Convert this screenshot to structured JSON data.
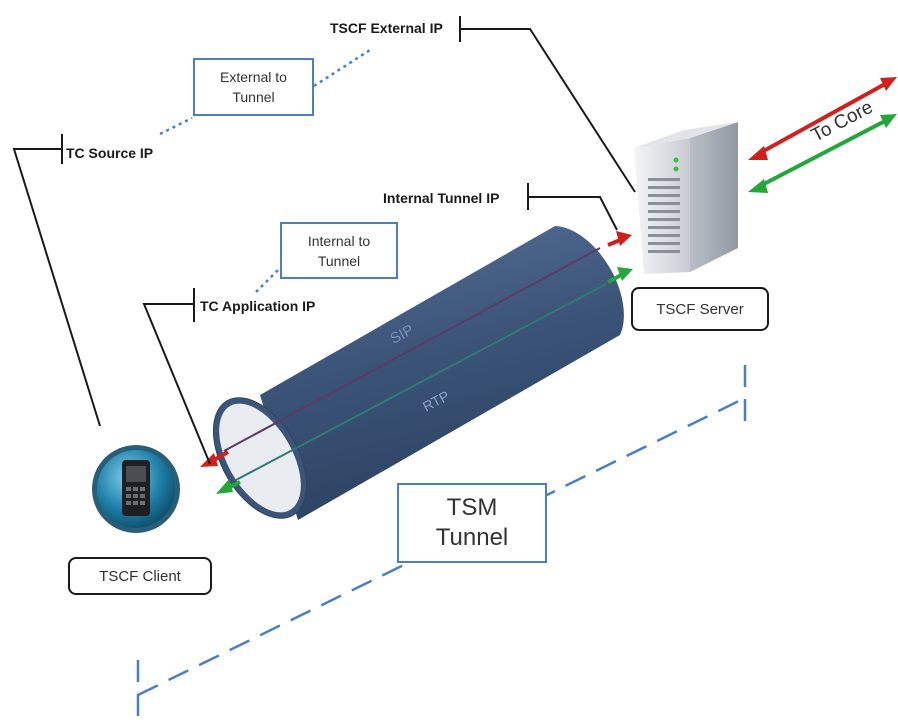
{
  "labels": {
    "tscf_external_ip": "TSCF External IP",
    "tc_source_ip": "TC Source IP",
    "internal_tunnel_ip": "Internal Tunnel IP",
    "tc_application_ip": "TC Application  IP",
    "to_core": "To Core"
  },
  "boxes": {
    "external_to_tunnel": [
      "External to",
      "Tunnel"
    ],
    "internal_to_tunnel": [
      "Internal to",
      "Tunnel"
    ],
    "tsm_tunnel": [
      "TSM",
      "Tunnel"
    ],
    "tscf_client": "TSCF Client",
    "tscf_server": "TSCF Server"
  },
  "tunnel": {
    "sip": "SIP",
    "rtp": "RTP"
  },
  "colors": {
    "tunnel_body": "#3b5478",
    "sip_line": "#5a3a66",
    "rtp_line": "#2f7a78",
    "red_arrow": "#d0201c",
    "green_arrow": "#22a83a",
    "dashed_blue": "#4a7fc1",
    "dotted_blue": "#4a7fc1"
  },
  "icons": {
    "client": "mobile-phone-icon",
    "server": "server-tower-icon"
  }
}
